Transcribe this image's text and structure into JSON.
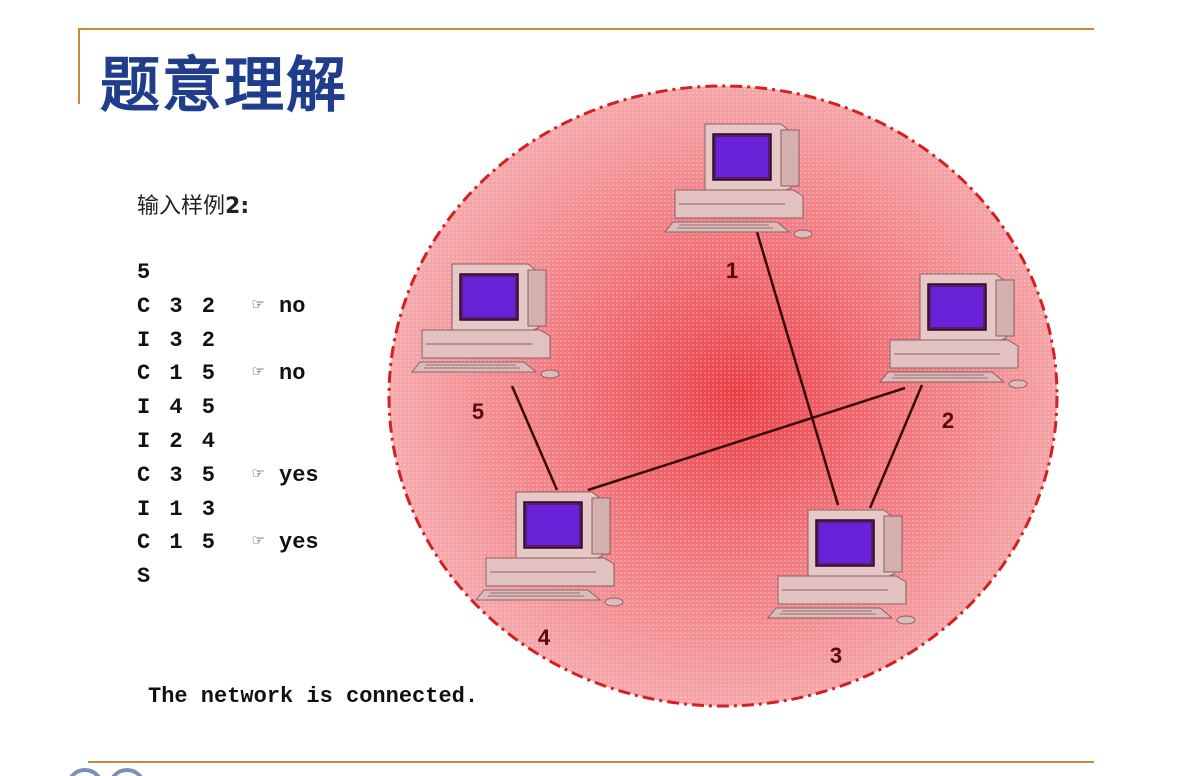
{
  "title": "题意理解",
  "sample": {
    "label_prefix": "输入样例",
    "label_number": "2:"
  },
  "commands": [
    {
      "text": "5",
      "hand": "",
      "result": ""
    },
    {
      "text": "C 3 2",
      "hand": "☞",
      "result": "no"
    },
    {
      "text": "I 3 2",
      "hand": "",
      "result": ""
    },
    {
      "text": "C 1 5",
      "hand": "☞",
      "result": "no"
    },
    {
      "text": "I 4 5",
      "hand": "",
      "result": ""
    },
    {
      "text": "I 2 4",
      "hand": "",
      "result": ""
    },
    {
      "text": "C 3 5",
      "hand": "☞",
      "result": "yes"
    },
    {
      "text": "I 1 3",
      "hand": "",
      "result": ""
    },
    {
      "text": "C 1 5",
      "hand": "☞",
      "result": "yes"
    },
    {
      "text": "S",
      "hand": "",
      "result": ""
    }
  ],
  "conclusion": "The network is connected.",
  "network": {
    "circle_fill": "#f06a6e",
    "circle_border": "#d42020",
    "nodes": [
      {
        "id": "1",
        "label": "1"
      },
      {
        "id": "2",
        "label": "2"
      },
      {
        "id": "3",
        "label": "3"
      },
      {
        "id": "4",
        "label": "4"
      },
      {
        "id": "5",
        "label": "5"
      }
    ],
    "links": [
      {
        "from": "3",
        "to": "2"
      },
      {
        "from": "4",
        "to": "5"
      },
      {
        "from": "2",
        "to": "4"
      },
      {
        "from": "1",
        "to": "3"
      }
    ]
  },
  "icons": {
    "pointer": "pointing-hand-icon",
    "computer": "computer-icon"
  }
}
